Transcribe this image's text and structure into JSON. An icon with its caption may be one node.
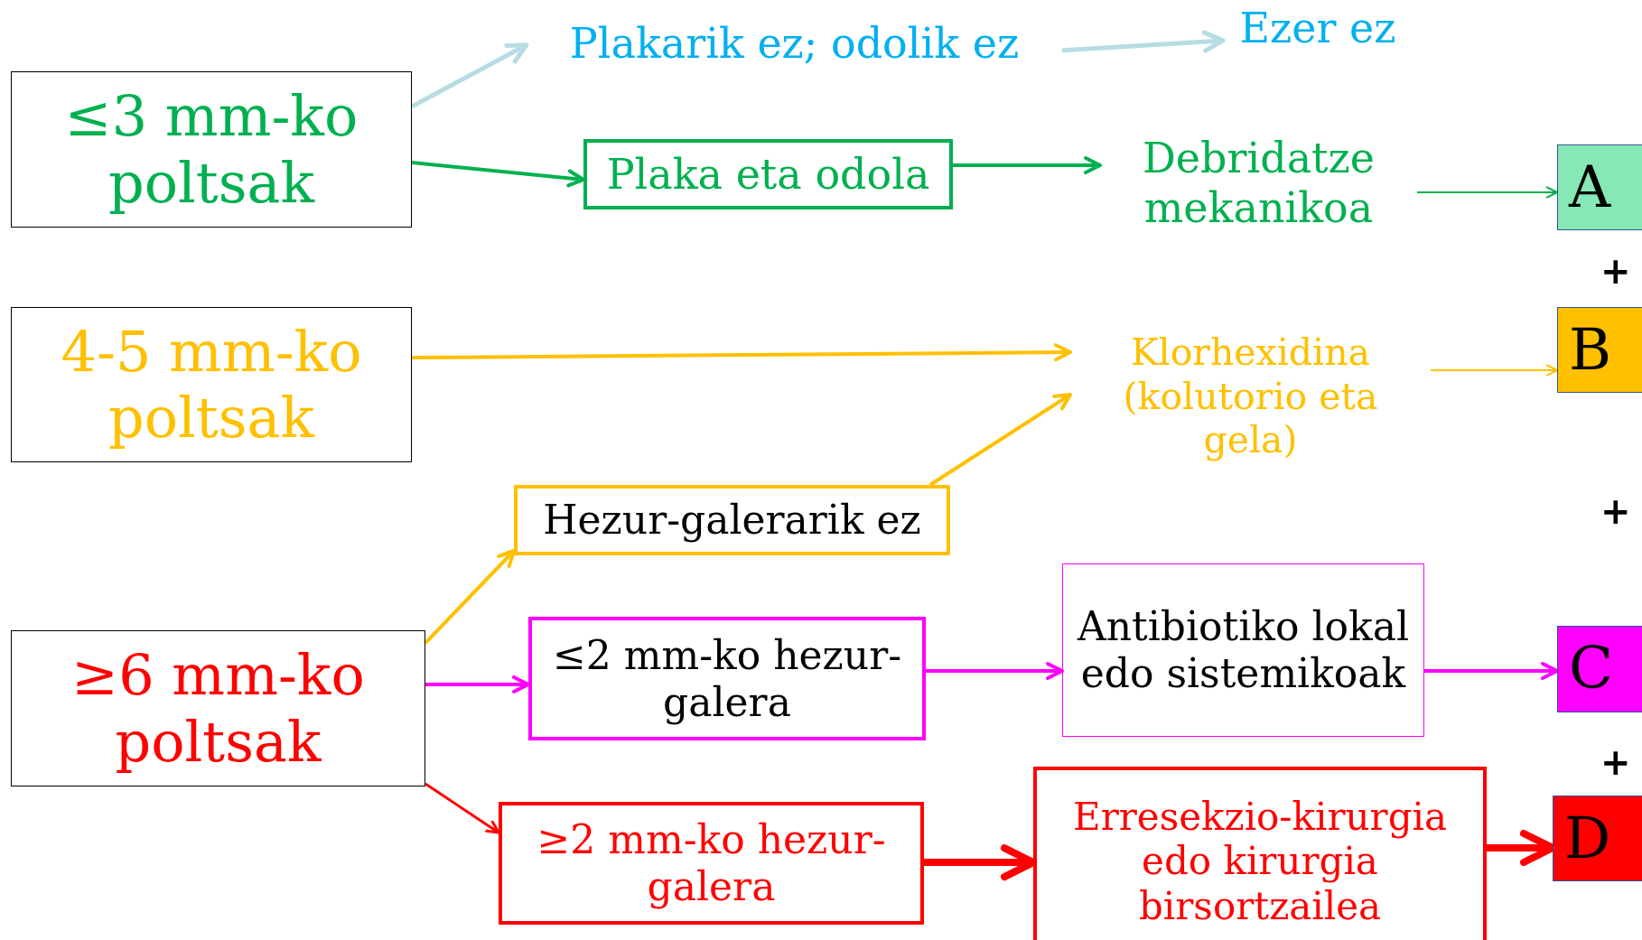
{
  "diagram": {
    "nodes": [
      {
        "text": [
          "≤3 mm-ko poltsak"
        ]
      },
      {
        "text": [
          "Plakarik ez; odolik ez"
        ]
      },
      {
        "text": [
          "Ezer ez"
        ]
      },
      {
        "text": [
          "Plaka eta odola"
        ]
      },
      {
        "text": [
          "Debridatze mekanikoa"
        ]
      },
      {
        "text": [
          "A"
        ]
      },
      {
        "text": [
          "4-5 mm-ko poltsak"
        ]
      },
      {
        "text": [
          "Klorhexidina (kolutorio eta gela)"
        ]
      },
      {
        "text": [
          "B"
        ]
      },
      {
        "text": [
          "Hezur-galerarik ez"
        ]
      },
      {
        "text": [
          "≥6 mm-ko poltsak"
        ]
      },
      {
        "text": [
          "≤2 mm-ko hezur- galera"
        ]
      },
      {
        "text": [
          "Antibiotiko lokal edo sistemikoak"
        ]
      },
      {
        "text": [
          "C"
        ]
      },
      {
        "text": [
          "≥2 mm-ko hezur- galera"
        ]
      },
      {
        "text": [
          "Erresekzio-kirurgia edo kirurgia birsortzailea"
        ]
      },
      {
        "text": [
          "D"
        ]
      }
    ],
    "edges": [
      {
        "from": 0,
        "to": 1,
        "arrow": "to",
        "color": "#b7dde3"
      },
      {
        "from": 1,
        "to": 2,
        "arrow": "to",
        "color": "#b7dde3"
      },
      {
        "from": 0,
        "to": 3,
        "arrow": "to",
        "color": "#00b050"
      },
      {
        "from": 3,
        "to": 4,
        "arrow": "to",
        "color": "#00b050"
      },
      {
        "from": 4,
        "to": 5,
        "arrow": "to",
        "color": "#00b050"
      },
      {
        "from": 6,
        "to": 7,
        "arrow": "to",
        "color": "#ffc000"
      },
      {
        "from": 9,
        "to": 7,
        "arrow": "to",
        "color": "#ffc000"
      },
      {
        "from": 7,
        "to": 8,
        "arrow": "to",
        "color": "#ffc000"
      },
      {
        "from": 10,
        "to": 9,
        "arrow": "to",
        "color": "#ffc000"
      },
      {
        "from": 10,
        "to": 11,
        "arrow": "to",
        "color": "#ff00ff"
      },
      {
        "from": 11,
        "to": 12,
        "arrow": "to",
        "color": "#ff00ff"
      },
      {
        "from": 12,
        "to": 13,
        "arrow": "to",
        "color": "#ff00ff"
      },
      {
        "from": 10,
        "to": 14,
        "arrow": "to",
        "color": "#ff0000"
      },
      {
        "from": 14,
        "to": 15,
        "arrow": "to",
        "color": "#ff0000",
        "style": "thick"
      },
      {
        "from": 15,
        "to": 16,
        "arrow": "to",
        "color": "#ff0000",
        "style": "thick"
      }
    ],
    "labels": [
      "+",
      "+",
      "+"
    ]
  }
}
